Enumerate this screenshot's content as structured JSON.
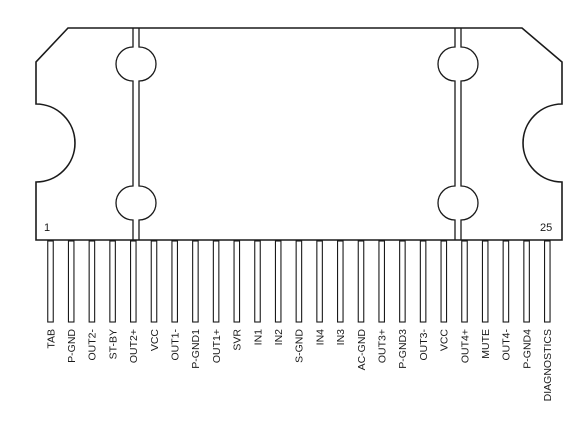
{
  "package": {
    "first_pin_number": "1",
    "last_pin_number": "25",
    "pins": [
      {
        "label": "TAB"
      },
      {
        "label": "P-GND"
      },
      {
        "label": "OUT2-"
      },
      {
        "label": "ST-BY"
      },
      {
        "label": "OUT2+"
      },
      {
        "label": "VCC"
      },
      {
        "label": "OUT1-"
      },
      {
        "label": "P-GND1"
      },
      {
        "label": "OUT1+"
      },
      {
        "label": "SVR"
      },
      {
        "label": "IN1"
      },
      {
        "label": "IN2"
      },
      {
        "label": "S-GND"
      },
      {
        "label": "IN4"
      },
      {
        "label": "IN3"
      },
      {
        "label": "AC-GND"
      },
      {
        "label": "OUT3+"
      },
      {
        "label": "P-GND3"
      },
      {
        "label": "OUT3-"
      },
      {
        "label": "VCC"
      },
      {
        "label": "OUT4+"
      },
      {
        "label": "MUTE"
      },
      {
        "label": "OUT4-"
      },
      {
        "label": "P-GND4"
      },
      {
        "label": "DIAGNOSTICS"
      }
    ]
  },
  "colors": {
    "stroke": "#1a1a1a",
    "background": "#ffffff"
  }
}
